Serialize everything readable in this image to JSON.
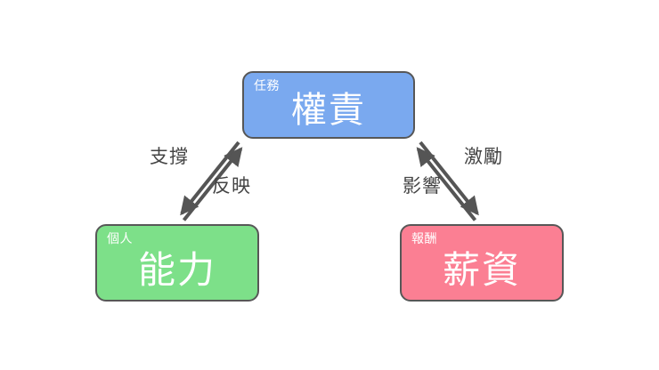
{
  "diagram": {
    "background_color": "#ffffff",
    "line_color": "#555555",
    "label_color": "#444444",
    "nodes": [
      {
        "id": "top",
        "tag": "任務",
        "title": "權責",
        "color": "#7aa9ef",
        "border_color": "#575757",
        "text_color": "#ffffff"
      },
      {
        "id": "left",
        "tag": "個人",
        "title": "能力",
        "color": "#7de089",
        "border_color": "#575757",
        "text_color": "#ffffff"
      },
      {
        "id": "right",
        "tag": "報酬",
        "title": "薪資",
        "color": "#fb7f93",
        "border_color": "#575757",
        "text_color": "#ffffff"
      }
    ],
    "edges": [
      {
        "id": "left-edge",
        "from": "left",
        "to": "top",
        "bidirectional": true,
        "label_up": "支撐",
        "label_down": "反映"
      },
      {
        "id": "right-edge",
        "from": "right",
        "to": "top",
        "bidirectional": true,
        "label_up": "激勵",
        "label_down": "影響"
      }
    ]
  }
}
